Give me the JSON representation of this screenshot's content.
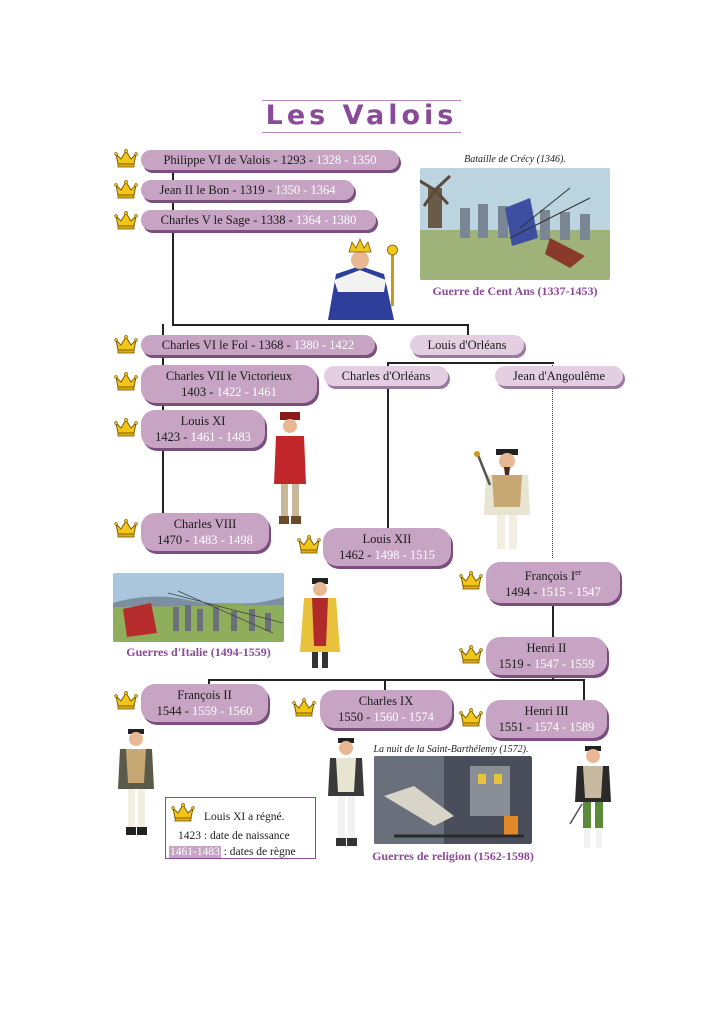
{
  "title": "Les Valois",
  "kings": [
    {
      "id": "philippe6",
      "name": "Philippe VI de Valois",
      "birth": "1293",
      "reign": "1328 - 1350"
    },
    {
      "id": "jean2",
      "name": "Jean II le Bon",
      "birth": "1319",
      "reign": "1350 - 1364"
    },
    {
      "id": "charles5",
      "name": "Charles V le Sage",
      "birth": "1338",
      "reign": "1364 - 1380"
    },
    {
      "id": "charles6",
      "name": "Charles VI le Fol",
      "birth": "1368",
      "reign": "1380 - 1422"
    },
    {
      "id": "charles7",
      "name": "Charles VII le Victorieux",
      "birth": "1403",
      "reign": "1422 - 1461"
    },
    {
      "id": "louis11",
      "name": "Louis XI",
      "birth": "1423",
      "reign": "1461 - 1483"
    },
    {
      "id": "charles8",
      "name": "Charles VIII",
      "birth": "1470",
      "reign": "1483 - 1498"
    },
    {
      "id": "louis12",
      "name": "Louis XII",
      "birth": "1462",
      "reign": "1498 - 1515"
    },
    {
      "id": "francois1",
      "name": "François I",
      "name_sup": "er",
      "birth": "1494",
      "reign": "1515 - 1547"
    },
    {
      "id": "henri2",
      "name": "Henri II",
      "birth": "1519",
      "reign": "1547 - 1559"
    },
    {
      "id": "francois2",
      "name": "François II",
      "birth": "1544",
      "reign": "1559 - 1560"
    },
    {
      "id": "charles9",
      "name": "Charles IX",
      "birth": "1550",
      "reign": "1560 - 1574"
    },
    {
      "id": "henri3",
      "name": "Henri III",
      "birth": "1551",
      "reign": "1574 - 1589"
    }
  ],
  "branches": [
    {
      "id": "louis_orleans",
      "name": "Louis d'Orléans"
    },
    {
      "id": "charles_orleans",
      "name": "Charles d'Orléans"
    },
    {
      "id": "jean_angouleme",
      "name": "Jean d'Angoulême"
    }
  ],
  "sep": " - ",
  "events": {
    "crecy_caption": "Bataille de Crécy (1346).",
    "cent_ans": "Guerre de Cent Ans (1337-1453)",
    "italie": "Guerres d'Italie (1494-1559)",
    "barthelemy_caption": "La nuit de la Saint-Barthélemy (1572).",
    "religion": "Guerres de religion (1562-1598)"
  },
  "legend": {
    "line1": "Louis XI a régné.",
    "line2": "1423 : date de naissance",
    "line3_dates": "1461-1483",
    "line3_text": " : dates de règne"
  },
  "colors": {
    "pill": "#c7a4c4",
    "pill_shadow": "#7a4f7f",
    "accent": "#8a4a98",
    "crown": "#f2c618"
  }
}
